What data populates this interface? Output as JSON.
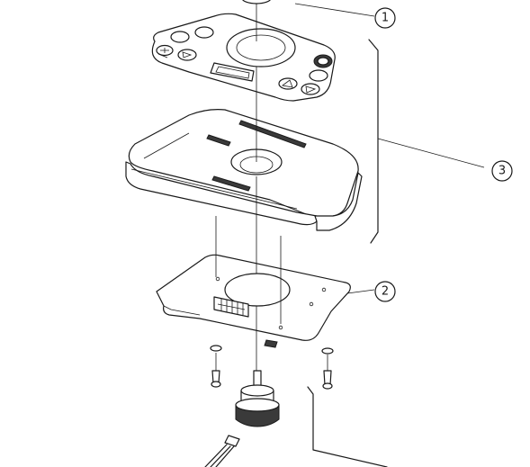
{
  "diagram": {
    "callouts": [
      {
        "id": "1",
        "label": "1"
      },
      {
        "id": "2",
        "label": "2"
      },
      {
        "id": "3",
        "label": "3"
      }
    ],
    "colors": {
      "line": "#1a1a1a",
      "background": "#ffffff",
      "shading": "#3a3a3a"
    }
  }
}
